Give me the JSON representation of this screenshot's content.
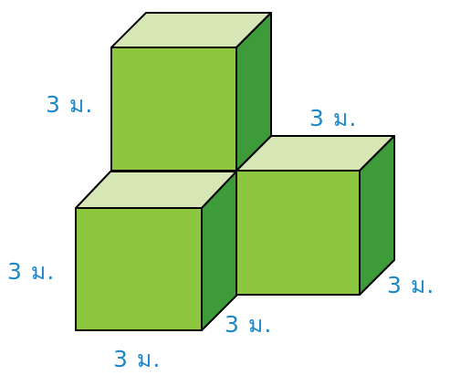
{
  "figure": {
    "colors": {
      "front": "#8dc63f",
      "side": "#3d9b3a",
      "top": "#d6e6b5",
      "outline": "#000000",
      "label": "#1e88c8"
    },
    "labels": {
      "top_cube_height": "3 ม.",
      "right_cube_depth_top": "3 ม.",
      "left_cube_height": "3 ม.",
      "right_cube_depth_bottom": "3 ม.",
      "left_cube_depth": "3 ม.",
      "left_cube_width": "3 ม."
    }
  }
}
